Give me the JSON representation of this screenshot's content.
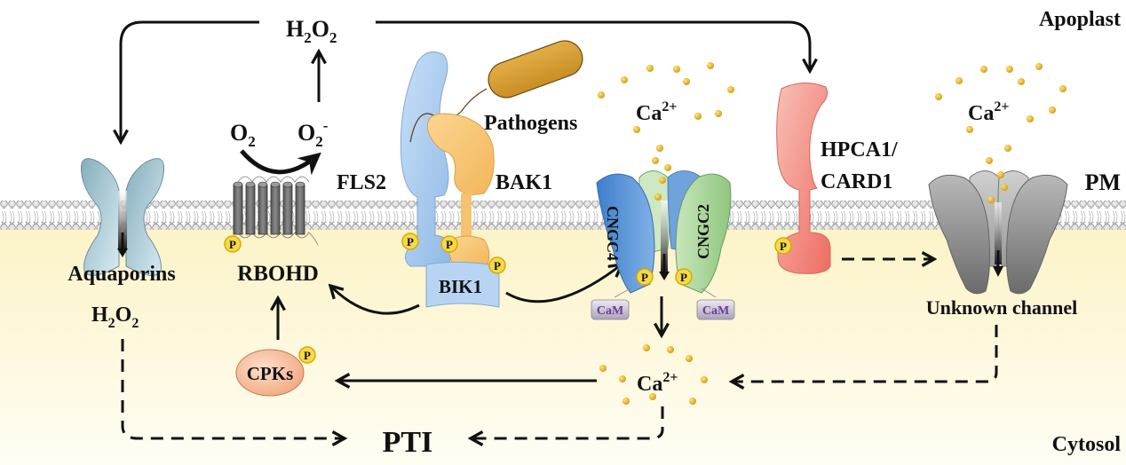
{
  "compartments": {
    "apoplast": "Apoplast",
    "cytosol": "Cytosol",
    "membrane": "PM"
  },
  "molecules": {
    "h2o2_top": {
      "base": "H",
      "sub1": "2",
      "mid": "O",
      "sub2": "2"
    },
    "h2o2_cytosol": {
      "base": "H",
      "sub1": "2",
      "mid": "O",
      "sub2": "2"
    },
    "o2": {
      "base": "O",
      "sub": "2"
    },
    "superoxide": {
      "base": "O",
      "sub": "2",
      "sup": "-"
    },
    "ca_apoplast_left": {
      "base": "Ca",
      "sup": "2+"
    },
    "ca_apoplast_right": {
      "base": "Ca",
      "sup": "2+"
    },
    "ca_cytosol": {
      "base": "Ca",
      "sup": "2+"
    }
  },
  "proteins": {
    "aquaporins": "Aquaporins",
    "rbohd": "RBOHD",
    "fls2": "FLS2",
    "bak1": "BAK1",
    "bik1": "BIK1",
    "cngc4": "CNGC4",
    "cngc2": "CNGC2",
    "cam": "CaM",
    "hpca1_line1": "HPCA1/",
    "hpca1_line2": "CARD1",
    "unknown_channel": "Unknown channel",
    "cpks": "CPKs",
    "phospho": "P"
  },
  "other": {
    "pathogens": "Pathogens",
    "pti": "PTI"
  },
  "colors": {
    "cytosol_bg": "#fdf7d6",
    "aquaporin": "#a9c9d6",
    "rbohd": "#707070",
    "fls2": "#a8cbef",
    "bak1": "#f7c978",
    "pathogen": "#d9a23a",
    "cngc4": "#5b94d6",
    "cngc2": "#a7d39a",
    "hpca1": "#f07f74",
    "unknown_channel": "#8a8a8a",
    "cpks": "#f5b58f",
    "calcium": "#e3b321",
    "phospho_badge": "#f5d94a",
    "cam": "#c9c2d6"
  },
  "edges": [
    {
      "from": "H2O2 (apoplast)",
      "to": "Aquaporins",
      "style": "solid"
    },
    {
      "from": "H2O2 (apoplast)",
      "to": "HPCA1/CARD1",
      "style": "solid"
    },
    {
      "from": "O2",
      "to": "O2-",
      "style": "solid",
      "via": "RBOHD"
    },
    {
      "from": "O2-",
      "to": "H2O2 (apoplast)",
      "style": "solid"
    },
    {
      "from": "BIK1",
      "to": "RBOHD",
      "style": "solid"
    },
    {
      "from": "BIK1",
      "to": "CNGC4",
      "style": "solid"
    },
    {
      "from": "CNGC channel",
      "to": "Ca2+ (cytosol)",
      "style": "solid"
    },
    {
      "from": "CPKs",
      "to": "RBOHD",
      "style": "solid"
    },
    {
      "from": "Ca2+ (cytosol)",
      "to": "CPKs",
      "style": "solid"
    },
    {
      "from": "HPCA1/CARD1",
      "to": "Unknown channel",
      "style": "dashed"
    },
    {
      "from": "Unknown channel",
      "to": "Ca2+ (cytosol)",
      "style": "dashed"
    },
    {
      "from": "H2O2 (cytosol)",
      "to": "PTI",
      "style": "dashed"
    },
    {
      "from": "Ca2+ (cytosol)",
      "to": "PTI",
      "style": "dashed"
    }
  ]
}
